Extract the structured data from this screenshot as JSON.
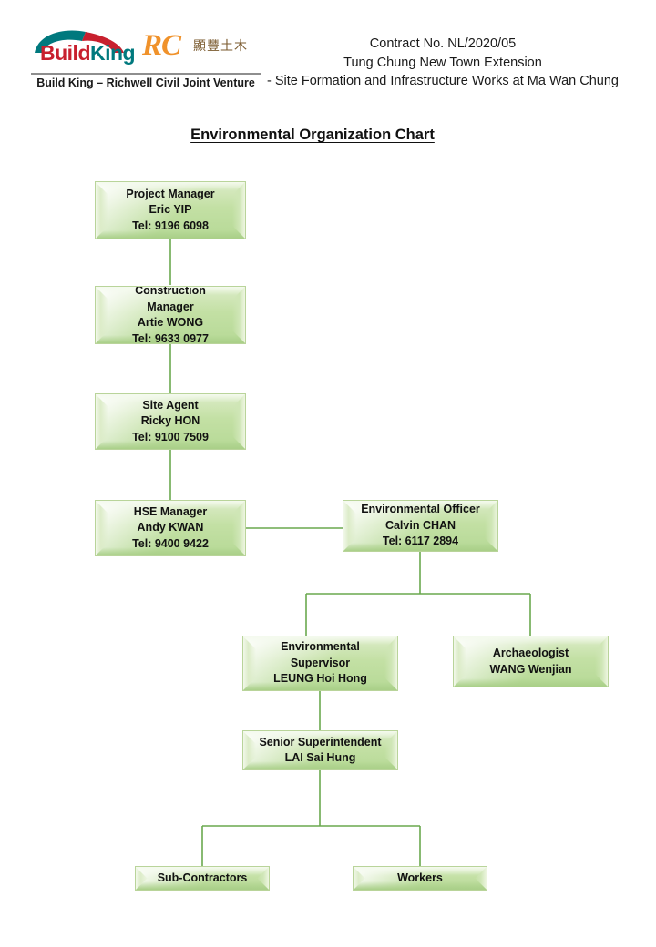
{
  "header": {
    "logo": {
      "build_king_build": "Build",
      "build_king_king": "King",
      "richwell_mark": "RC",
      "richwell_chinese": "顯豐土木",
      "joint_venture": "Build King – Richwell Civil Joint Venture"
    },
    "contract_lines": [
      "Contract No. NL/2020/05",
      "Tung Chung New Town Extension",
      "- Site Formation and Infrastructure Works at Ma Wan Chung"
    ]
  },
  "title": "Environmental Organization Chart",
  "colors": {
    "node_fill_light": "#dcecc8",
    "node_fill_dark": "#b6d996",
    "node_border": "#b9d49a",
    "connector": "#6aa84f",
    "brand_red": "#c8202e",
    "brand_teal": "#00797e",
    "brand_orange": "#f0922b"
  },
  "chart_data": {
    "type": "diagram",
    "title": "Environmental Organization Chart",
    "nodes": [
      {
        "id": "project-manager",
        "title": "Project Manager",
        "name": "Eric YIP",
        "tel": "Tel: 9196 6098"
      },
      {
        "id": "construction-manager",
        "title": "Construction Manager",
        "name": "Artie WONG",
        "tel": "Tel: 9633 0977"
      },
      {
        "id": "site-agent",
        "title": "Site Agent",
        "name": "Ricky HON",
        "tel": "Tel: 9100 7509"
      },
      {
        "id": "hse-manager",
        "title": "HSE Manager",
        "name": "Andy KWAN",
        "tel": "Tel: 9400 9422"
      },
      {
        "id": "environmental-officer",
        "title": "Environmental Officer",
        "name": "Calvin CHAN",
        "tel": "Tel: 6117 2894"
      },
      {
        "id": "environmental-supervisor",
        "title": "Environmental",
        "title2": "Supervisor",
        "name": "LEUNG Hoi Hong",
        "tel": ""
      },
      {
        "id": "archaeologist",
        "title": "Archaeologist",
        "name": "WANG Wenjian",
        "tel": ""
      },
      {
        "id": "senior-superintendent",
        "title": "Senior Superintendent",
        "name": "LAI Sai Hung",
        "tel": ""
      },
      {
        "id": "sub-contractors",
        "title": "Sub-Contractors",
        "name": "",
        "tel": ""
      },
      {
        "id": "workers",
        "title": "Workers",
        "name": "",
        "tel": ""
      }
    ],
    "edges": [
      {
        "from": "project-manager",
        "to": "construction-manager"
      },
      {
        "from": "construction-manager",
        "to": "site-agent"
      },
      {
        "from": "site-agent",
        "to": "hse-manager"
      },
      {
        "from": "hse-manager",
        "to": "environmental-officer"
      },
      {
        "from": "environmental-officer",
        "to": "environmental-supervisor"
      },
      {
        "from": "environmental-officer",
        "to": "archaeologist"
      },
      {
        "from": "environmental-supervisor",
        "to": "senior-superintendent"
      },
      {
        "from": "senior-superintendent",
        "to": "sub-contractors"
      },
      {
        "from": "senior-superintendent",
        "to": "workers"
      }
    ]
  }
}
